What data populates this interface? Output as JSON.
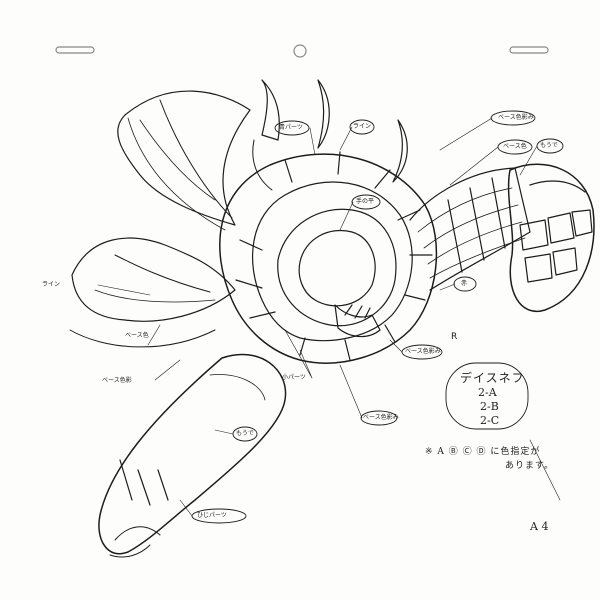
{
  "notes": {
    "base_shadow_top": "ベース色影み",
    "base_shadow_mid": "ベース色",
    "inner_parts": "青パーツ",
    "line_top": "ライン",
    "forearm": "もうで",
    "palm": "手の平",
    "line_left": "ライン",
    "base_color": "ベース色",
    "base_shadow_left": "ベース色影",
    "small_parts": "小パーツ",
    "base_shadow_center": "ベース色影み",
    "base_shadow_low": "ベース色影み",
    "red_inner": "赤",
    "arm_lower": "もうで",
    "elbow_parts": "ひじパーツ",
    "marker": "R"
  },
  "spec": {
    "title": "デイスネフ",
    "items": [
      "2-A",
      "2-B",
      "2-C"
    ]
  },
  "footnote": {
    "line1": "※ A Ⓑ Ⓒ Ⓓ に色指定が",
    "line2": "あります。"
  },
  "page_mark": "A 4"
}
